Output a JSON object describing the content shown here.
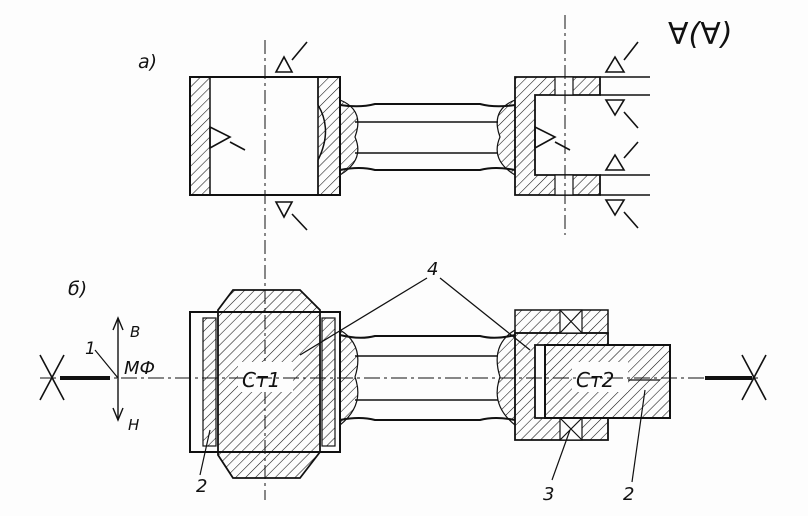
{
  "view_a": {
    "label": "а)",
    "roughness_note": "∀(∀)"
  },
  "view_b": {
    "label": "б)",
    "part_label_4": "4",
    "spindle_left_label": "Ст1",
    "spindle_right_label": "Ст2",
    "clamp_label_left": "2",
    "clamp_label_right": "2",
    "item_label_1": "1",
    "item_label_3": "3",
    "measuring_head_label": "МФ",
    "direction_up_label": "В",
    "direction_down_label": "Н"
  },
  "colors": {
    "ink": "#111111",
    "paper": "#fdfdfd"
  }
}
